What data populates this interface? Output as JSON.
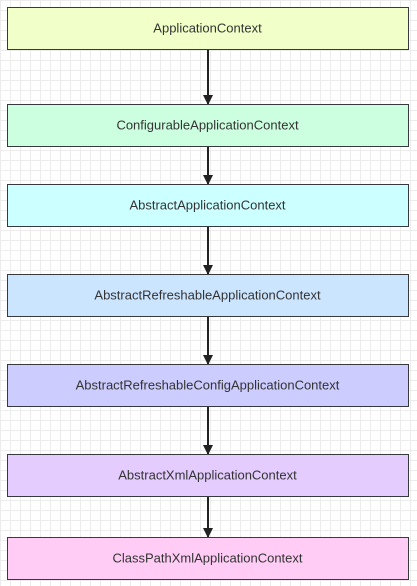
{
  "diagram": {
    "title": "",
    "nodes": [
      {
        "id": "n1",
        "label": "ApplicationContext",
        "color": "#f1ffc9"
      },
      {
        "id": "n2",
        "label": "ConfigurableApplicationContext",
        "color": "#ccffe0"
      },
      {
        "id": "n3",
        "label": "AbstractApplicationContext",
        "color": "#ccffff"
      },
      {
        "id": "n4",
        "label": "AbstractRefreshableApplicationContext",
        "color": "#cce5ff"
      },
      {
        "id": "n5",
        "label": "AbstractRefreshableConfigApplicationContext",
        "color": "#ccccff"
      },
      {
        "id": "n6",
        "label": "AbstractXmlApplicationContext",
        "color": "#e5ccff"
      },
      {
        "id": "n7",
        "label": "ClassPathXmlApplicationContext",
        "color": "#ffccf5"
      }
    ],
    "edges": [
      {
        "from": "n1",
        "to": "n2"
      },
      {
        "from": "n2",
        "to": "n3"
      },
      {
        "from": "n3",
        "to": "n4"
      },
      {
        "from": "n4",
        "to": "n5"
      },
      {
        "from": "n5",
        "to": "n6"
      },
      {
        "from": "n6",
        "to": "n7"
      }
    ],
    "colors": {
      "border": "#36393d",
      "arrow": "#222222",
      "text": "#333333"
    }
  }
}
